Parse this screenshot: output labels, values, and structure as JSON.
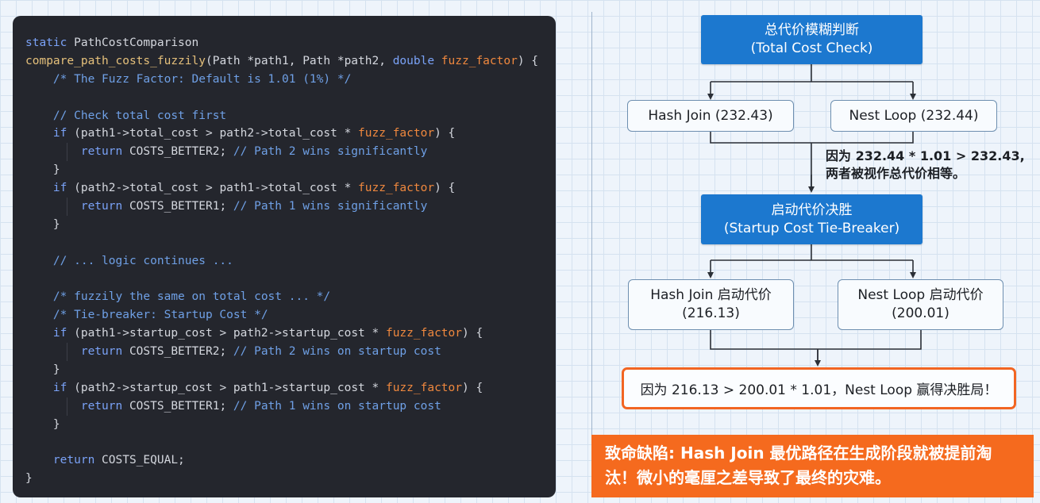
{
  "code": {
    "lines": [
      [
        {
          "t": "static ",
          "c": "kw"
        },
        {
          "t": "PathCostComparison",
          "c": "pl"
        }
      ],
      [
        {
          "t": "compare_path_costs_fuzzily",
          "c": "fn"
        },
        {
          "t": "(Path *path1, Path *path2, ",
          "c": "pl"
        },
        {
          "t": "double ",
          "c": "kw"
        },
        {
          "t": "fuzz_factor",
          "c": "var"
        },
        {
          "t": ") {",
          "c": "pl"
        }
      ],
      [
        {
          "t": "    ",
          "c": "pl"
        },
        {
          "t": "/* The Fuzz Factor: Default is 1.01 (1%) */",
          "c": "cm"
        }
      ],
      [],
      [
        {
          "t": "    ",
          "c": "pl"
        },
        {
          "t": "// Check total cost first",
          "c": "cm"
        }
      ],
      [
        {
          "t": "    ",
          "c": "pl"
        },
        {
          "t": "if ",
          "c": "kw"
        },
        {
          "t": "(path1->total_cost > path2->total_cost * ",
          "c": "pl"
        },
        {
          "t": "fuzz_factor",
          "c": "var"
        },
        {
          "t": ") {",
          "c": "pl"
        }
      ],
      [
        {
          "t": "        ",
          "c": "pl"
        },
        {
          "t": "return ",
          "c": "kw"
        },
        {
          "t": "COSTS_BETTER2; ",
          "c": "pl"
        },
        {
          "t": "// Path 2 wins significantly",
          "c": "cm"
        }
      ],
      [
        {
          "t": "    }",
          "c": "pl"
        }
      ],
      [
        {
          "t": "    ",
          "c": "pl"
        },
        {
          "t": "if ",
          "c": "kw"
        },
        {
          "t": "(path2->total_cost > path1->total_cost * ",
          "c": "pl"
        },
        {
          "t": "fuzz_factor",
          "c": "var"
        },
        {
          "t": ") {",
          "c": "pl"
        }
      ],
      [
        {
          "t": "        ",
          "c": "pl"
        },
        {
          "t": "return ",
          "c": "kw"
        },
        {
          "t": "COSTS_BETTER1; ",
          "c": "pl"
        },
        {
          "t": "// Path 1 wins significantly",
          "c": "cm"
        }
      ],
      [
        {
          "t": "    }",
          "c": "pl"
        }
      ],
      [],
      [
        {
          "t": "    ",
          "c": "pl"
        },
        {
          "t": "// ... logic continues ...",
          "c": "cm"
        }
      ],
      [],
      [
        {
          "t": "    ",
          "c": "pl"
        },
        {
          "t": "/* fuzzily the same on total cost ... */",
          "c": "cm"
        }
      ],
      [
        {
          "t": "    ",
          "c": "pl"
        },
        {
          "t": "/* Tie-breaker: Startup Cost */",
          "c": "cm"
        }
      ],
      [
        {
          "t": "    ",
          "c": "pl"
        },
        {
          "t": "if ",
          "c": "kw"
        },
        {
          "t": "(path1->startup_cost > path2->startup_cost * ",
          "c": "pl"
        },
        {
          "t": "fuzz_factor",
          "c": "var"
        },
        {
          "t": ") {",
          "c": "pl"
        }
      ],
      [
        {
          "t": "        ",
          "c": "pl"
        },
        {
          "t": "return ",
          "c": "kw"
        },
        {
          "t": "COSTS_BETTER2; ",
          "c": "pl"
        },
        {
          "t": "// Path 2 wins on startup cost",
          "c": "cm"
        }
      ],
      [
        {
          "t": "    }",
          "c": "pl"
        }
      ],
      [
        {
          "t": "    ",
          "c": "pl"
        },
        {
          "t": "if ",
          "c": "kw"
        },
        {
          "t": "(path2->startup_cost > path1->startup_cost * ",
          "c": "pl"
        },
        {
          "t": "fuzz_factor",
          "c": "var"
        },
        {
          "t": ") {",
          "c": "pl"
        }
      ],
      [
        {
          "t": "        ",
          "c": "pl"
        },
        {
          "t": "return ",
          "c": "kw"
        },
        {
          "t": "COSTS_BETTER1; ",
          "c": "pl"
        },
        {
          "t": "// Path 1 wins on startup cost",
          "c": "cm"
        }
      ],
      [
        {
          "t": "    }",
          "c": "pl"
        }
      ],
      [],
      [
        {
          "t": "    ",
          "c": "pl"
        },
        {
          "t": "return ",
          "c": "kw"
        },
        {
          "t": "COSTS_EQUAL;",
          "c": "pl"
        }
      ],
      [
        {
          "t": "}",
          "c": "pl"
        }
      ]
    ]
  },
  "diagram": {
    "total_check": {
      "line1": "总代价模糊判断",
      "line2": "(Total Cost Check)"
    },
    "hash_total": "Hash Join (232.43)",
    "nest_total": "Nest Loop (232.44)",
    "note": {
      "line1": "因为 232.44 * 1.01 > 232.43,",
      "line2": "两者被视作总代价相等。"
    },
    "startup_check": {
      "line1": "启动代价决胜",
      "line2": "(Startup Cost Tie-Breaker)"
    },
    "hash_startup": {
      "line1": "Hash Join 启动代价",
      "line2": "(216.13)"
    },
    "nest_startup": {
      "line1": "Nest Loop 启动代价",
      "line2": "(200.01)"
    },
    "result": "因为 216.13 > 200.01 * 1.01，Nest Loop 赢得决胜局！",
    "warning": {
      "line1": "致命缺陷: Hash Join 最优路径在生成阶段就被提前淘",
      "line2": "汰！微小的毫厘之差导致了最终的灾难。"
    }
  },
  "colors": {
    "code_bg": "#24262d",
    "keyword": "#7aa2f7",
    "function": "#e5c07b",
    "variable": "#f0883e",
    "comment": "#6fa0e6",
    "box_blue": "#1c78cf",
    "highlight_orange": "#f26522"
  }
}
